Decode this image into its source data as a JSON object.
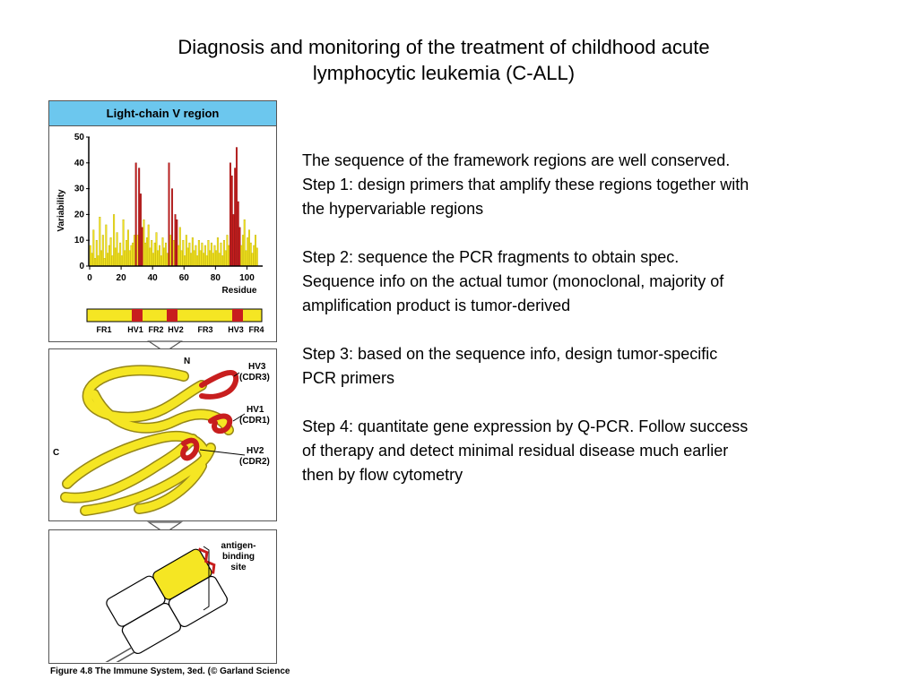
{
  "title": {
    "line1": "Diagnosis and monitoring of the treatment of childhood acute",
    "line2": "lymphocytic leukemia  (C-ALL)"
  },
  "body": {
    "para1": [
      "The sequence of the framework regions are well conserved.",
      "Step 1: design primers that amplify these regions together with",
      "the hypervariable regions"
    ],
    "para2": [
      "Step 2: sequence the PCR fragments to obtain spec.",
      "Sequence info on the actual tumor (monoclonal, majority of",
      "amplification product is tumor-derived"
    ],
    "para3": [
      "Step 3: based on the sequence info, design tumor-specific",
      "PCR primers"
    ],
    "para4": [
      "Step 4: quantitate gene expression by Q-PCR. Follow success",
      "of therapy and detect minimal residual disease much earlier",
      "then by flow cytometry"
    ]
  },
  "figure": {
    "header": "Light-chain V region",
    "ylabel": "Variability",
    "xlabel": "Residue",
    "caption": "Figure 4.8  The Immune System, 3ed. (© Garland Science",
    "region_labels": [
      "FR1",
      "HV1",
      "FR2",
      "HV2",
      "FR3",
      "HV3",
      "FR4"
    ],
    "structure_labels": {
      "n_terminus": "N",
      "c_terminus": "C",
      "hv3": "HV3",
      "cdr3": "(CDR3)",
      "hv1": "HV1",
      "cdr1": "(CDR1)",
      "hv2": "HV2",
      "cdr2": "(CDR2)"
    },
    "antigen_label": [
      "antigen-",
      "binding",
      "site"
    ],
    "colors": {
      "header": "#6cc7ee",
      "framework": "#f5e623",
      "hypervariable": "#c81e1e"
    }
  },
  "chart_data": {
    "type": "bar",
    "xlabel": "Residue",
    "ylabel": "Variability",
    "xlim": [
      0,
      110
    ],
    "ylim": [
      0,
      50
    ],
    "xticks": [
      0,
      20,
      40,
      60,
      80,
      100
    ],
    "yticks": [
      0,
      10,
      20,
      30,
      40,
      50
    ],
    "hypervariable_ranges": [
      [
        24,
        34
      ],
      [
        50,
        56
      ],
      [
        89,
        97
      ]
    ],
    "values": [
      8,
      5,
      14,
      3,
      10,
      4,
      19,
      6,
      12,
      3,
      16,
      5,
      8,
      11,
      4,
      20,
      7,
      13,
      5,
      9,
      4,
      18,
      6,
      10,
      14,
      6,
      8,
      9,
      12,
      40,
      12,
      38,
      28,
      15,
      18,
      9,
      11,
      16,
      7,
      10,
      5,
      9,
      13,
      6,
      8,
      4,
      11,
      7,
      9,
      5,
      40,
      12,
      30,
      10,
      20,
      18,
      8,
      15,
      6,
      10,
      4,
      12,
      7,
      9,
      5,
      11,
      6,
      8,
      4,
      10,
      6,
      9,
      5,
      8,
      4,
      10,
      6,
      9,
      5,
      8,
      6,
      11,
      5,
      9,
      4,
      10,
      6,
      12,
      8,
      40,
      35,
      20,
      38,
      46,
      25,
      15,
      8,
      12,
      18,
      6,
      11,
      14,
      9,
      5,
      8,
      12,
      7
    ]
  }
}
